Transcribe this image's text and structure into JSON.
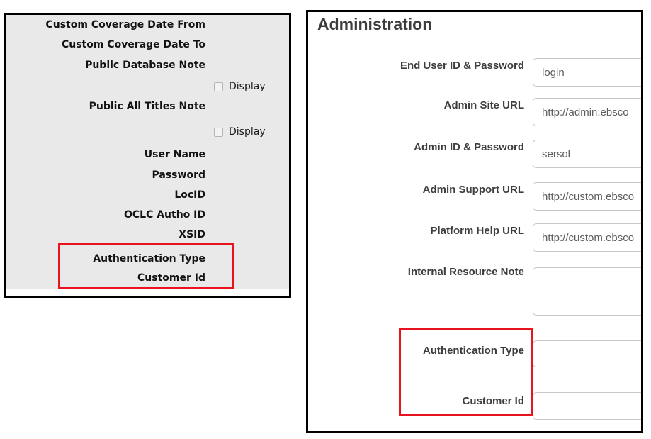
{
  "colors": {
    "annotation_red": "#e8131d",
    "panel_border": "#000000",
    "left_panel_bg": "#e9e9e9"
  },
  "left_panel": {
    "rows": [
      {
        "label": "Custom Coverage Date From"
      },
      {
        "label": "Custom Coverage Date To"
      },
      {
        "label": "Public Database Note"
      },
      {
        "label": "Display",
        "type": "checkbox",
        "checked": false
      },
      {
        "label": "Public All Titles Note"
      },
      {
        "label": "Display",
        "type": "checkbox",
        "checked": false
      },
      {
        "label": "User Name"
      },
      {
        "label": "Password"
      },
      {
        "label": "LocID"
      },
      {
        "label": "OCLC Autho ID"
      },
      {
        "label": "XSID"
      },
      {
        "label": "Authentication Type",
        "highlighted": true
      },
      {
        "label": "Customer Id",
        "highlighted": true
      }
    ]
  },
  "right_panel": {
    "title": "Administration",
    "fields": [
      {
        "label": "End User ID & Password",
        "value": "login",
        "type": "text"
      },
      {
        "label": "Admin Site URL",
        "value": "http://admin.ebsco",
        "type": "text"
      },
      {
        "label": "Admin ID & Password",
        "value": "sersol",
        "type": "text"
      },
      {
        "label": "Admin Support URL",
        "value": "http://custom.ebsco",
        "type": "text"
      },
      {
        "label": "Platform Help URL",
        "value": "http://custom.ebsco",
        "type": "text"
      },
      {
        "label": "Internal Resource Note",
        "value": "",
        "type": "textarea"
      },
      {
        "label": "Authentication Type",
        "value": "",
        "type": "text",
        "highlighted": true
      },
      {
        "label": "Customer Id",
        "value": "",
        "type": "text",
        "highlighted": true
      }
    ]
  }
}
